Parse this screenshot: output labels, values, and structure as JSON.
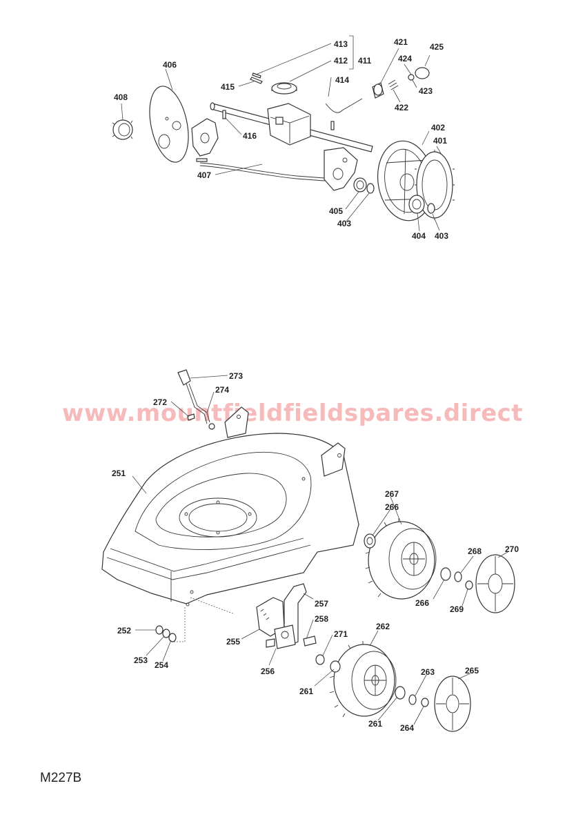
{
  "watermark": "www.mountfieldfieldspares.direct",
  "diagram_code": "M227B",
  "labels": {
    "p401": "401",
    "p402": "402",
    "p403a": "403",
    "p403b": "403",
    "p404": "404",
    "p405": "405",
    "p406": "406",
    "p407": "407",
    "p408": "408",
    "p411": "411",
    "p412": "412",
    "p413": "413",
    "p414": "414",
    "p415": "415",
    "p416": "416",
    "p421": "421",
    "p422": "422",
    "p423": "423",
    "p424": "424",
    "p425": "425",
    "p251": "251",
    "p252": "252",
    "p253": "253",
    "p254": "254",
    "p255": "255",
    "p256": "256",
    "p257": "257",
    "p258": "258",
    "p261a": "261",
    "p261b": "261",
    "p262": "262",
    "p263": "263",
    "p264": "264",
    "p265": "265",
    "p266a": "266",
    "p266b": "266",
    "p267": "267",
    "p268": "268",
    "p269": "269",
    "p270": "270",
    "p271": "271",
    "p272": "272",
    "p273": "273",
    "p274": "274"
  }
}
